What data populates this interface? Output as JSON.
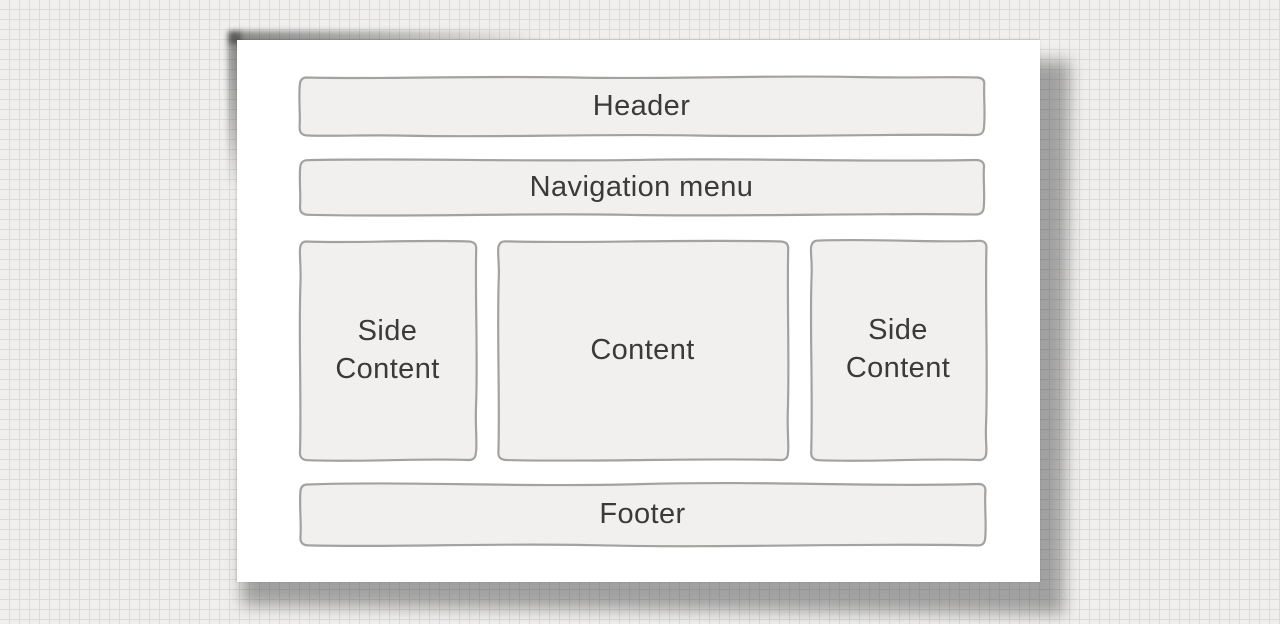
{
  "diagram": {
    "type": "website-layout-wireframe-sketch",
    "boxes": [
      {
        "id": "header",
        "label": "Header"
      },
      {
        "id": "navigation",
        "label": "Navigation menu"
      },
      {
        "id": "side_left",
        "label": "Side Content"
      },
      {
        "id": "content",
        "label": "Content"
      },
      {
        "id": "side_right",
        "label": "Side Content"
      },
      {
        "id": "footer",
        "label": "Footer"
      }
    ],
    "colors": {
      "paper": "#ffffff",
      "box_fill": "#f1f0ee",
      "box_border": "#a3a2a0",
      "label_text": "#3a3a3a",
      "grid_background": "#f0efee",
      "grid_line": "#dbdbda",
      "shadow": "rgba(45,45,45,0.40)"
    }
  }
}
